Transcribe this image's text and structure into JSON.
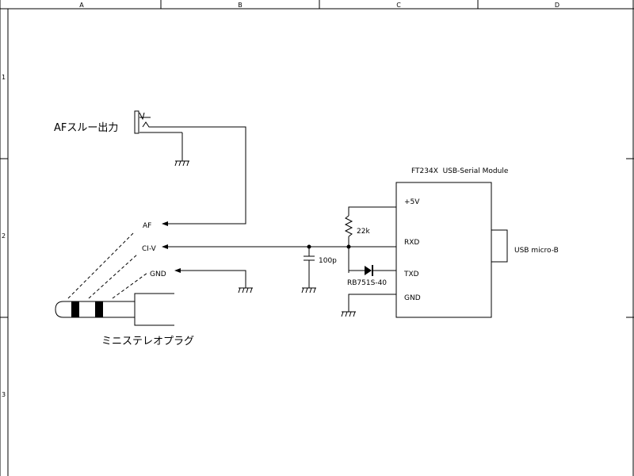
{
  "frame": {
    "columns": [
      "A",
      "B",
      "C",
      "D"
    ],
    "rows": [
      "1",
      "2",
      "3"
    ]
  },
  "jack": {
    "label": "AFスルー出力"
  },
  "plug": {
    "label": "ミニステレオプラグ",
    "pins": {
      "af": "AF",
      "civ": "CI-V",
      "gnd": "GND"
    }
  },
  "module": {
    "title": "FT234X  USB-Serial Module",
    "pins": {
      "vcc": "+5V",
      "rxd": "RXD",
      "txd": "TXD",
      "gnd": "GND"
    },
    "connector": "USB micro-B"
  },
  "components": {
    "resistor": "22k",
    "capacitor": "100p",
    "diode": "RB751S-40"
  }
}
